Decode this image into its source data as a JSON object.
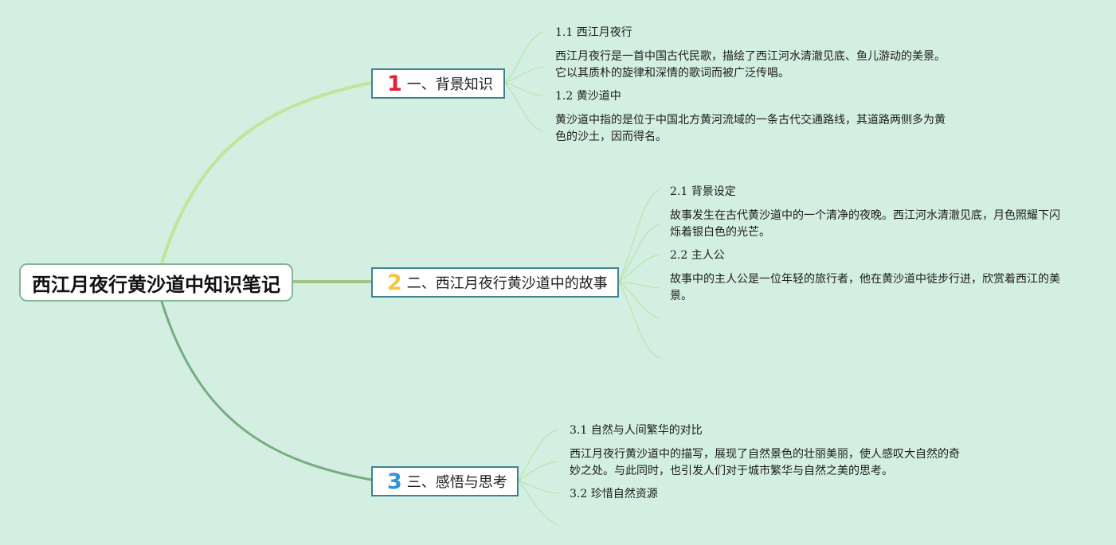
{
  "root": {
    "title": "西江月夜行黄沙道中知识笔记"
  },
  "branches": [
    {
      "number": "1",
      "label": "一、背景知识",
      "leaves": [
        {
          "title": "1.1 西江月夜行",
          "text": "西江月夜行是一首中国古代民歌，描绘了西江河水清澈见底、鱼儿游动的美景。它以其质朴的旋律和深情的歌词而被广泛传唱。"
        },
        {
          "title": "1.2 黄沙道中",
          "text": "黄沙道中指的是位于中国北方黄河流域的一条古代交通路线，其道路两侧多为黄色的沙土，因而得名。"
        }
      ]
    },
    {
      "number": "2",
      "label": "二、西江月夜行黄沙道中的故事",
      "leaves": [
        {
          "title": "2.1 背景设定",
          "text": "故事发生在古代黄沙道中的一个清净的夜晚。西江河水清澈见底，月色照耀下闪烁着银白色的光芒。"
        },
        {
          "title": "2.2 主人公",
          "text": "故事中的主人公是一位年轻的旅行者，他在黄沙道中徒步行进，欣赏着西江的美景。"
        }
      ]
    },
    {
      "number": "3",
      "label": "三、感悟与思考",
      "leaves": [
        {
          "title": "3.1 自然与人间繁华的对比",
          "text": "西江月夜行黄沙道中的描写，展现了自然景色的壮丽美丽，使人感叹大自然的奇妙之处。与此同时，也引发人们对于城市繁华与自然之美的思考。"
        },
        {
          "title": "3.2 珍惜自然资源"
        }
      ]
    }
  ],
  "colors": {
    "background": "#d3efe1",
    "branch1_curve": "#c5e39a",
    "branch2_curve": "#a3c585",
    "branch3_curve": "#76ad82",
    "leaf_lines": "#b9e0a2",
    "number1": "#e2203a",
    "number2": "#f4c646",
    "number3": "#2b95d7"
  }
}
